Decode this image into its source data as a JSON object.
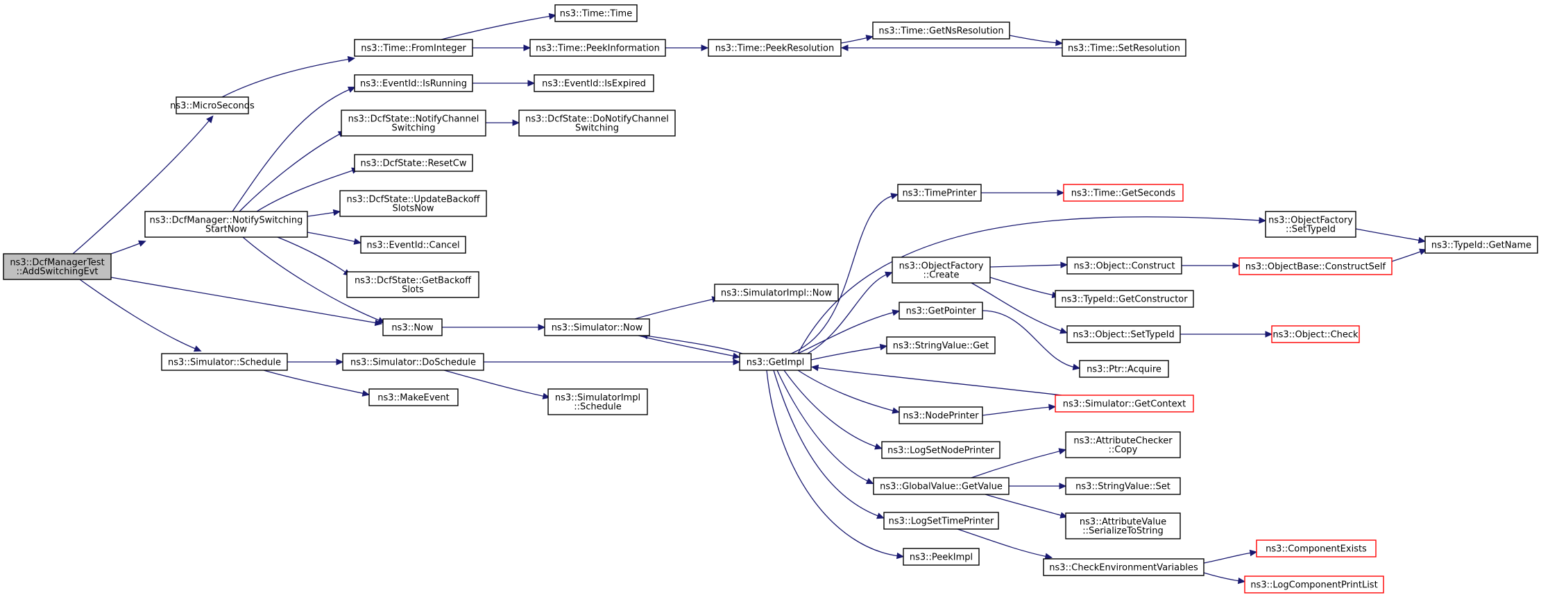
{
  "graph": {
    "colors": {
      "edge": "#191970",
      "node_border": "#000000",
      "node_border_truncated": "#ff0000",
      "root_fill": "#bfbfbf",
      "node_fill": "#ffffff"
    },
    "nodes": [
      {
        "id": "root",
        "lines": [
          "ns3::DcfManagerTest",
          "::AddSwitchingEvt"
        ],
        "root": true,
        "truncated": false
      },
      {
        "id": "micro",
        "lines": [
          "ns3::MicroSeconds"
        ],
        "truncated": false
      },
      {
        "id": "notify",
        "lines": [
          "ns3::DcfManager::NotifySwitching",
          "StartNow"
        ],
        "truncated": false
      },
      {
        "id": "now",
        "lines": [
          "ns3::Now"
        ],
        "truncated": false
      },
      {
        "id": "schedule",
        "lines": [
          "ns3::Simulator::Schedule"
        ],
        "truncated": false
      },
      {
        "id": "fromint",
        "lines": [
          "ns3::Time::FromInteger"
        ],
        "truncated": false
      },
      {
        "id": "time",
        "lines": [
          "ns3::Time::Time"
        ],
        "truncated": false
      },
      {
        "id": "peekinfo",
        "lines": [
          "ns3::Time::PeekInformation"
        ],
        "truncated": false
      },
      {
        "id": "peekres",
        "lines": [
          "ns3::Time::PeekResolution"
        ],
        "truncated": false
      },
      {
        "id": "getnsres",
        "lines": [
          "ns3::Time::GetNsResolution"
        ],
        "truncated": false
      },
      {
        "id": "setres",
        "lines": [
          "ns3::Time::SetResolution"
        ],
        "truncated": false
      },
      {
        "id": "isrunning",
        "lines": [
          "ns3::EventId::IsRunning"
        ],
        "truncated": false
      },
      {
        "id": "isexpired",
        "lines": [
          "ns3::EventId::IsExpired"
        ],
        "truncated": false
      },
      {
        "id": "notifychan",
        "lines": [
          "ns3::DcfState::NotifyChannel",
          "Switching"
        ],
        "truncated": false
      },
      {
        "id": "donotifychan",
        "lines": [
          "ns3::DcfState::DoNotifyChannel",
          "Switching"
        ],
        "truncated": false
      },
      {
        "id": "resetcw",
        "lines": [
          "ns3::DcfState::ResetCw"
        ],
        "truncated": false
      },
      {
        "id": "updatebackoff",
        "lines": [
          "ns3::DcfState::UpdateBackoff",
          "SlotsNow"
        ],
        "truncated": false
      },
      {
        "id": "cancel",
        "lines": [
          "ns3::EventId::Cancel"
        ],
        "truncated": false
      },
      {
        "id": "getbackoff",
        "lines": [
          "ns3::DcfState::GetBackoff",
          "Slots"
        ],
        "truncated": false
      },
      {
        "id": "simnow",
        "lines": [
          "ns3::Simulator::Now"
        ],
        "truncated": false
      },
      {
        "id": "simimplnow",
        "lines": [
          "ns3::SimulatorImpl::Now"
        ],
        "truncated": false
      },
      {
        "id": "doschedule",
        "lines": [
          "ns3::Simulator::DoSchedule"
        ],
        "truncated": false
      },
      {
        "id": "makeevent",
        "lines": [
          "ns3::MakeEvent"
        ],
        "truncated": false
      },
      {
        "id": "simimplsched",
        "lines": [
          "ns3::SimulatorImpl",
          "::Schedule"
        ],
        "truncated": false
      },
      {
        "id": "getimpl",
        "lines": [
          "ns3::GetImpl"
        ],
        "truncated": false
      },
      {
        "id": "timeprinter",
        "lines": [
          "ns3::TimePrinter"
        ],
        "truncated": false
      },
      {
        "id": "getseconds",
        "lines": [
          "ns3::Time::GetSeconds"
        ],
        "truncated": true
      },
      {
        "id": "ofsettypeid",
        "lines": [
          "ns3::ObjectFactory",
          "::SetTypeId"
        ],
        "truncated": false
      },
      {
        "id": "getname",
        "lines": [
          "ns3::TypeId::GetName"
        ],
        "truncated": false
      },
      {
        "id": "ofcreate",
        "lines": [
          "ns3::ObjectFactory",
          "::Create"
        ],
        "truncated": false
      },
      {
        "id": "construct",
        "lines": [
          "ns3::Object::Construct"
        ],
        "truncated": false
      },
      {
        "id": "constructself",
        "lines": [
          "ns3::ObjectBase::ConstructSelf"
        ],
        "truncated": true
      },
      {
        "id": "getconstructor",
        "lines": [
          "ns3::TypeId::GetConstructor"
        ],
        "truncated": false
      },
      {
        "id": "objsettypeid",
        "lines": [
          "ns3::Object::SetTypeId"
        ],
        "truncated": false
      },
      {
        "id": "check",
        "lines": [
          "ns3::Object::Check"
        ],
        "truncated": true
      },
      {
        "id": "getpointer",
        "lines": [
          "ns3::GetPointer"
        ],
        "truncated": false
      },
      {
        "id": "acquire",
        "lines": [
          "ns3::Ptr::Acquire"
        ],
        "truncated": false
      },
      {
        "id": "svget",
        "lines": [
          "ns3::StringValue::Get"
        ],
        "truncated": false
      },
      {
        "id": "nodeprinter",
        "lines": [
          "ns3::NodePrinter"
        ],
        "truncated": false
      },
      {
        "id": "getcontext",
        "lines": [
          "ns3::Simulator::GetContext"
        ],
        "truncated": true
      },
      {
        "id": "logsetnode",
        "lines": [
          "ns3::LogSetNodePrinter"
        ],
        "truncated": false
      },
      {
        "id": "gvgetvalue",
        "lines": [
          "ns3::GlobalValue::GetValue"
        ],
        "truncated": false
      },
      {
        "id": "accopy",
        "lines": [
          "ns3::AttributeChecker",
          "::Copy"
        ],
        "truncated": false
      },
      {
        "id": "svset",
        "lines": [
          "ns3::StringValue::Set"
        ],
        "truncated": false
      },
      {
        "id": "avserialize",
        "lines": [
          "ns3::AttributeValue",
          "::SerializeToString"
        ],
        "truncated": false
      },
      {
        "id": "logsettime",
        "lines": [
          "ns3::LogSetTimePrinter"
        ],
        "truncated": false
      },
      {
        "id": "checkenv",
        "lines": [
          "ns3::CheckEnvironmentVariables"
        ],
        "truncated": false
      },
      {
        "id": "compexists",
        "lines": [
          "ns3::ComponentExists"
        ],
        "truncated": true
      },
      {
        "id": "logcompprint",
        "lines": [
          "ns3::LogComponentPrintList"
        ],
        "truncated": true
      },
      {
        "id": "peekimpl",
        "lines": [
          "ns3::PeekImpl"
        ],
        "truncated": false
      }
    ],
    "edges": [
      {
        "from": "root",
        "to": "micro"
      },
      {
        "from": "root",
        "to": "notify"
      },
      {
        "from": "root",
        "to": "now"
      },
      {
        "from": "root",
        "to": "schedule"
      },
      {
        "from": "micro",
        "to": "fromint"
      },
      {
        "from": "fromint",
        "to": "time"
      },
      {
        "from": "fromint",
        "to": "peekinfo"
      },
      {
        "from": "peekinfo",
        "to": "peekres"
      },
      {
        "from": "peekres",
        "to": "getnsres"
      },
      {
        "from": "getnsres",
        "to": "setres"
      },
      {
        "from": "setres",
        "to": "peekres"
      },
      {
        "from": "notify",
        "to": "isrunning"
      },
      {
        "from": "isrunning",
        "to": "isexpired"
      },
      {
        "from": "notify",
        "to": "notifychan"
      },
      {
        "from": "notifychan",
        "to": "donotifychan"
      },
      {
        "from": "notify",
        "to": "resetcw"
      },
      {
        "from": "notify",
        "to": "updatebackoff"
      },
      {
        "from": "notify",
        "to": "cancel"
      },
      {
        "from": "notify",
        "to": "getbackoff"
      },
      {
        "from": "notify",
        "to": "now"
      },
      {
        "from": "now",
        "to": "simnow"
      },
      {
        "from": "simnow",
        "to": "simimplnow"
      },
      {
        "from": "simnow",
        "to": "getimpl"
      },
      {
        "from": "schedule",
        "to": "doschedule"
      },
      {
        "from": "schedule",
        "to": "makeevent"
      },
      {
        "from": "doschedule",
        "to": "simimplsched"
      },
      {
        "from": "doschedule",
        "to": "getimpl"
      },
      {
        "from": "getimpl",
        "to": "simnow"
      },
      {
        "from": "getimpl",
        "to": "timeprinter"
      },
      {
        "from": "timeprinter",
        "to": "getseconds"
      },
      {
        "from": "getimpl",
        "to": "ofsettypeid"
      },
      {
        "from": "ofsettypeid",
        "to": "getname"
      },
      {
        "from": "getimpl",
        "to": "ofcreate"
      },
      {
        "from": "ofcreate",
        "to": "construct"
      },
      {
        "from": "construct",
        "to": "constructself"
      },
      {
        "from": "constructself",
        "to": "getname"
      },
      {
        "from": "ofcreate",
        "to": "getconstructor"
      },
      {
        "from": "ofcreate",
        "to": "objsettypeid"
      },
      {
        "from": "objsettypeid",
        "to": "check"
      },
      {
        "from": "getimpl",
        "to": "getpointer"
      },
      {
        "from": "getpointer",
        "to": "acquire"
      },
      {
        "from": "getimpl",
        "to": "svget"
      },
      {
        "from": "getimpl",
        "to": "nodeprinter"
      },
      {
        "from": "nodeprinter",
        "to": "getcontext"
      },
      {
        "from": "getcontext",
        "to": "getimpl"
      },
      {
        "from": "getimpl",
        "to": "logsetnode"
      },
      {
        "from": "getimpl",
        "to": "gvgetvalue"
      },
      {
        "from": "gvgetvalue",
        "to": "accopy"
      },
      {
        "from": "gvgetvalue",
        "to": "svset"
      },
      {
        "from": "gvgetvalue",
        "to": "avserialize"
      },
      {
        "from": "getimpl",
        "to": "logsettime"
      },
      {
        "from": "logsettime",
        "to": "checkenv"
      },
      {
        "from": "checkenv",
        "to": "compexists"
      },
      {
        "from": "checkenv",
        "to": "logcompprint"
      },
      {
        "from": "getimpl",
        "to": "peekimpl"
      }
    ]
  }
}
